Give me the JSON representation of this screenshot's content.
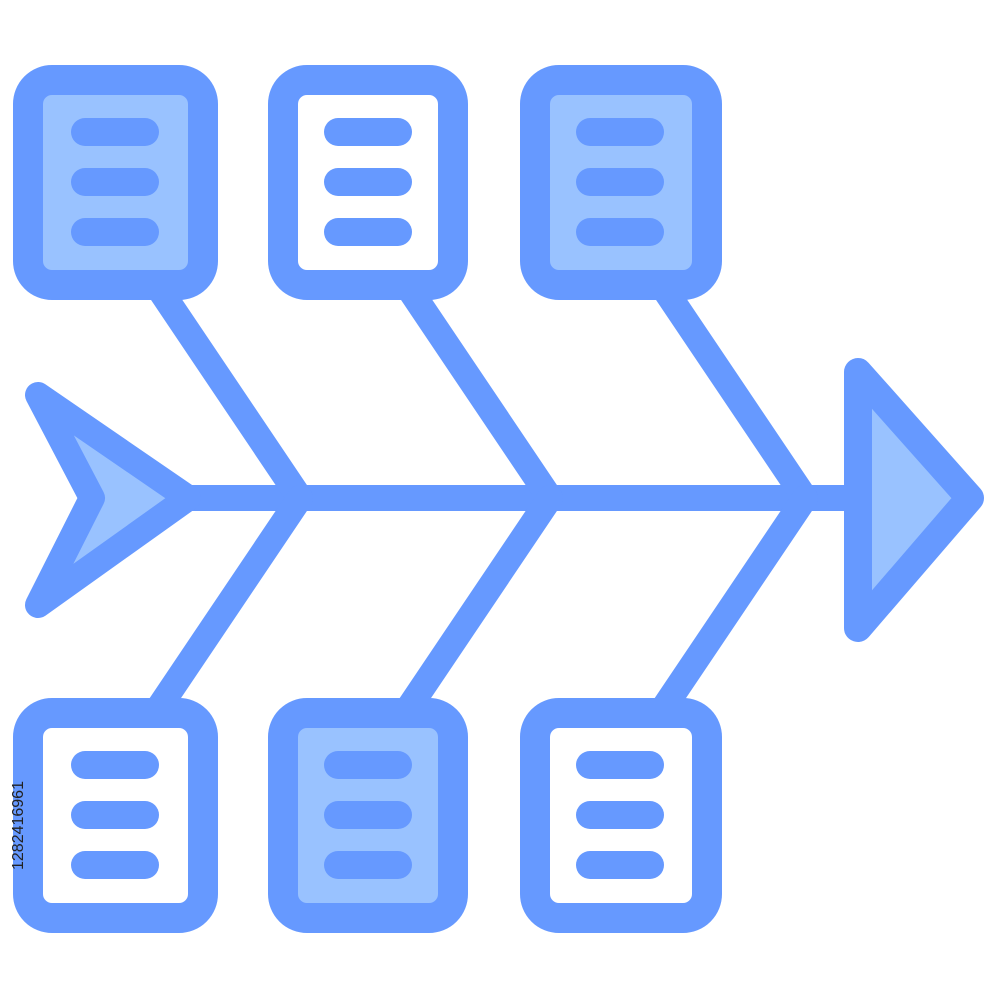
{
  "colors": {
    "stroke": "#6699FF",
    "fill_light": "#99C2FF",
    "fill_white": "#FFFFFF",
    "background": "#FFFFFF"
  },
  "diagram": {
    "type": "fishbone-icon",
    "causes_top": [
      {
        "fill": "light",
        "lines": 3
      },
      {
        "fill": "white",
        "lines": 3
      },
      {
        "fill": "light",
        "lines": 3
      }
    ],
    "causes_bottom": [
      {
        "fill": "white",
        "lines": 3
      },
      {
        "fill": "light",
        "lines": 3
      },
      {
        "fill": "white",
        "lines": 3
      }
    ],
    "head_icon": "triangle-head-icon",
    "tail_icon": "fish-tail-icon"
  },
  "watermark": {
    "stock_id": "1282416961"
  }
}
